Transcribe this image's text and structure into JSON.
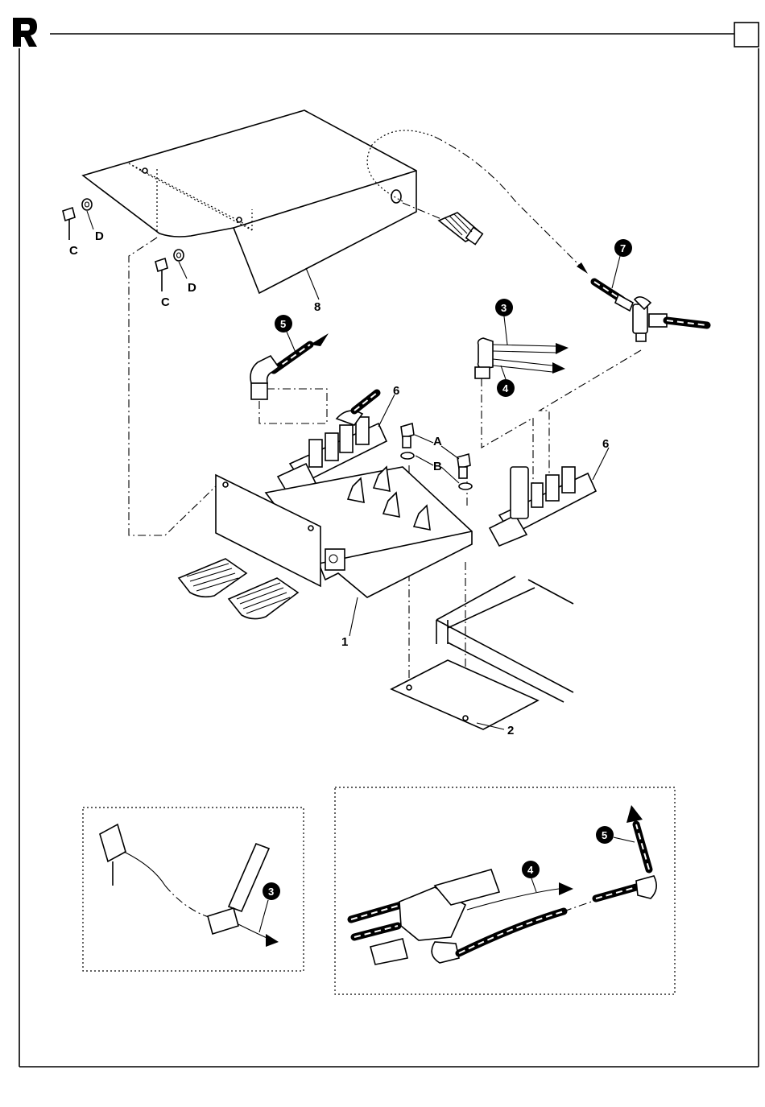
{
  "header": {
    "logo_letter": "R"
  },
  "labels": {
    "part_8": "8",
    "part_6_left": "6",
    "part_6_right": "6",
    "part_1": "1",
    "part_2": "2",
    "fastener_c_left": "C",
    "fastener_d_left": "D",
    "fastener_c_mid": "C",
    "fastener_d_mid": "D",
    "fastener_a": "A",
    "fastener_b": "B"
  },
  "callouts": {
    "hose_7": "7",
    "hose_5_main": "5",
    "hose_3_main": "3",
    "hose_4_main": "4",
    "inset_left_3": "3",
    "inset_right_4": "4",
    "inset_right_5": "5"
  },
  "colors": {
    "ink": "#000000",
    "paper": "#ffffff"
  }
}
